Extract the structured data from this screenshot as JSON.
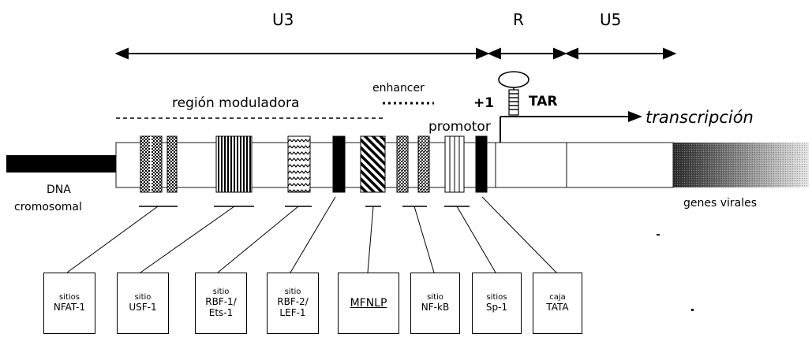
{
  "regions": {
    "u3": "U3",
    "r": "R",
    "u5": "U5"
  },
  "labels": {
    "modulator_region": "región moduladora",
    "enhancer": "enhancer",
    "promoter": "promotor",
    "plus_one": "+1",
    "tar": "TAR",
    "transcription": "transcripción",
    "dna_line1": "DNA",
    "dna_line2": "cromosomal",
    "viral_genes": "genes virales"
  },
  "sites": [
    {
      "line1": "sitios",
      "line2": "NFAT-1"
    },
    {
      "line1": "sitio",
      "line2": "USF-1"
    },
    {
      "line1": "sitio",
      "line2": "RBF-1/",
      "line3": "Ets-1"
    },
    {
      "line1": "sitio",
      "line2": "RBF-2/",
      "line3": "LEF-1"
    },
    {
      "line1": "",
      "line2": "MFNLP"
    },
    {
      "line1": "sitio",
      "line2": "NF-kB"
    },
    {
      "line1": "sitios",
      "line2": "Sp-1"
    },
    {
      "line1": "caja",
      "line2": "TATA"
    }
  ]
}
